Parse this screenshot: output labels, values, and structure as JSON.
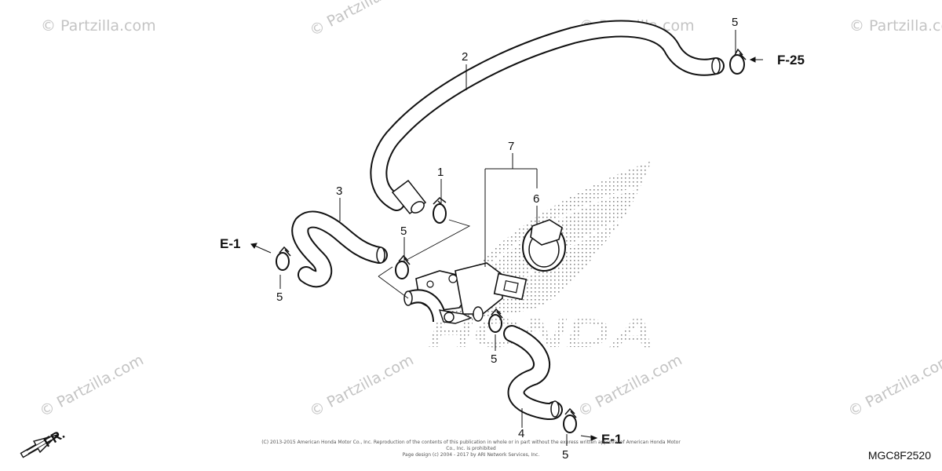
{
  "watermark_text": "© Partzilla.com",
  "part_numbers": [
    "1",
    "2",
    "3",
    "4",
    "5",
    "6",
    "7"
  ],
  "references": {
    "f25": "F-25",
    "e1": "E-1"
  },
  "front_label": "FR.",
  "background_logo": "HONDA",
  "copyright": {
    "line1": "(C) 2013-2015 American Honda Motor Co., Inc. Reproduction of the contents of this publication in whole or in part without the express written approval of American Honda Motor Co., Inc. is prohibited",
    "line2": "Page design (c) 2004 - 2017 by ARI Network Services, Inc."
  },
  "diagram_code": "MGC8F2520"
}
